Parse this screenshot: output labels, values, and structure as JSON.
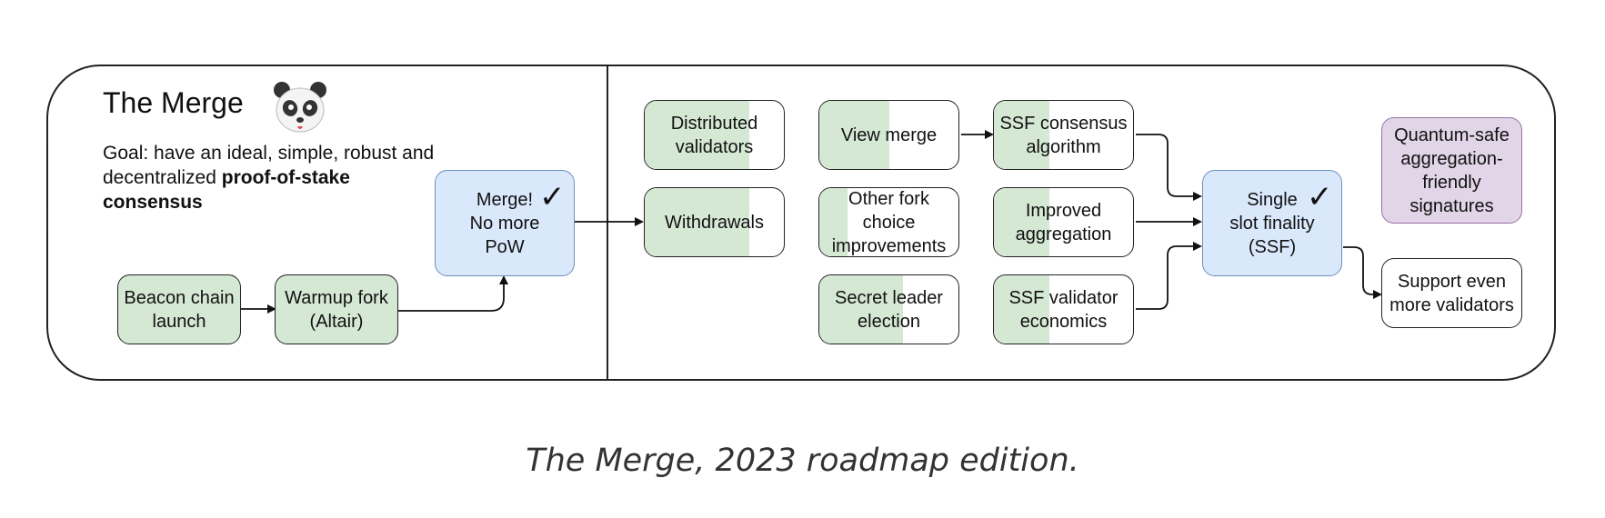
{
  "header": {
    "title": "The Merge",
    "goal_prefix": "Goal: have an ideal, simple, robust and decentralized ",
    "goal_bold": "proof-of-stake consensus"
  },
  "nodes": {
    "beacon_chain_launch": "Beacon chain\nlaunch",
    "warmup_fork": "Warmup fork\n(Altair)",
    "merge": "Merge!\nNo more\nPoW",
    "distributed_validators": "Distributed\nvalidators",
    "withdrawals": "Withdrawals",
    "view_merge": "View merge",
    "other_fork_choice": "Other fork\nchoice\nimprovements",
    "secret_leader_election": "Secret leader\nelection",
    "ssf_consensus": "SSF consensus\nalgorithm",
    "improved_aggregation": "Improved\naggregation",
    "ssf_validator_economics": "SSF validator\neconomics",
    "single_slot_finality": "Single\nslot finality\n(SSF)",
    "quantum_safe": "Quantum-safe\naggregation-\nfriendly\nsignatures",
    "support_more_validators": "Support even\nmore validators"
  },
  "progress": {
    "distributed_validators": 0.75,
    "withdrawals": 0.75,
    "view_merge": 0.5,
    "other_fork_choice": 0.2,
    "secret_leader_election": 0.6,
    "ssf_consensus": 0.4,
    "improved_aggregation": 0.4,
    "ssf_validator_economics": 0.4
  },
  "checkmark": "✓",
  "colors": {
    "done": "#d5e8d4",
    "milestone": "#dae8fc",
    "milestone_border": "#6c8ebf",
    "research": "#e1d5e7",
    "research_border": "#9673a6"
  },
  "caption": "The Merge, 2023 roadmap edition."
}
